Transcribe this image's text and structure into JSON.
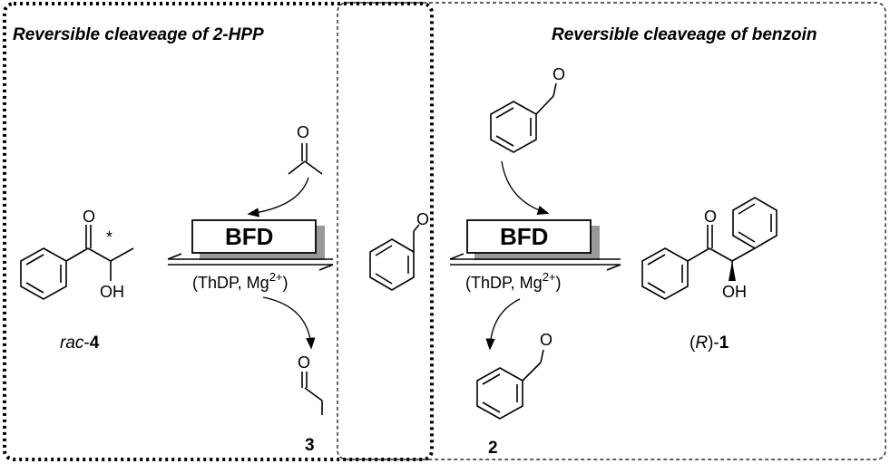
{
  "headers": {
    "left": "Reversible cleaveage of 2-HPP",
    "right": "Reversible cleaveage of benzoin"
  },
  "enzyme": {
    "left": "BFD",
    "right": "BFD"
  },
  "conditions": {
    "left_main": "(ThDP, Mg",
    "left_sup": "2+",
    "left_close": ")",
    "right_main": "(ThDP, Mg",
    "right_sup": "2+",
    "right_close": ")"
  },
  "atoms": {
    "o": "O",
    "oh": "OH",
    "star": "*"
  },
  "labels": {
    "rac4_prefix": "rac",
    "rac4_dash": "-",
    "rac4_num": "4",
    "r1_open": "(",
    "r1_R": "R",
    "r1_close": ")-",
    "r1_num": "1",
    "cmp3": "3",
    "cmp2": "2"
  }
}
